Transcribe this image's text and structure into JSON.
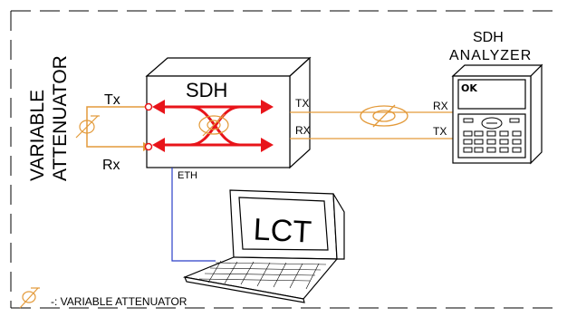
{
  "vertical_label": [
    "VARIABLE",
    "ATTENUATOR"
  ],
  "sdh_box": {
    "title": "SDH"
  },
  "sdh_left_ports": {
    "tx": "Tx",
    "rx": "Rx"
  },
  "sdh_right_ports": {
    "tx": "TX",
    "rx": "RX"
  },
  "eth_label": "ETH",
  "analyzer": {
    "title_line1": "SDH",
    "title_line2": "ANALYZER",
    "screen_text": "OK",
    "port_rx": "RX",
    "port_tx": "TX"
  },
  "laptop": {
    "screen_text": "LCT"
  },
  "legend": {
    "text": "-: VARIABLE  ATTENUATOR"
  },
  "colors": {
    "arrow": "#e8141a",
    "fiber": "#e39a3a",
    "eth": "#2b3fc7",
    "ink": "#000000"
  }
}
